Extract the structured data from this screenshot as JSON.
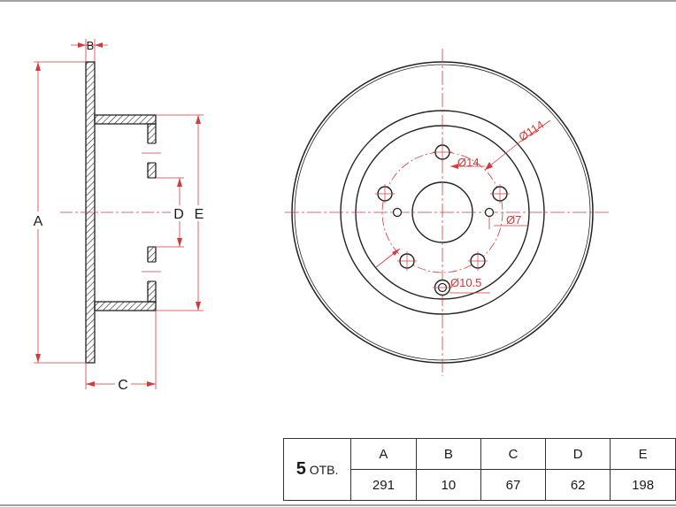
{
  "labels": {
    "A": "A",
    "B": "B",
    "C": "C",
    "D": "D",
    "E": "E"
  },
  "front_view": {
    "pcd": "Ø114",
    "center_hole": "Ø14",
    "small_hole": "Ø7",
    "bolt_hole": "Ø10.5"
  },
  "table": {
    "holes_number": "5",
    "holes_unit": "ОТВ.",
    "headers": [
      "A",
      "B",
      "C",
      "D",
      "E"
    ],
    "values": [
      "291",
      "10",
      "67",
      "62",
      "198"
    ]
  }
}
